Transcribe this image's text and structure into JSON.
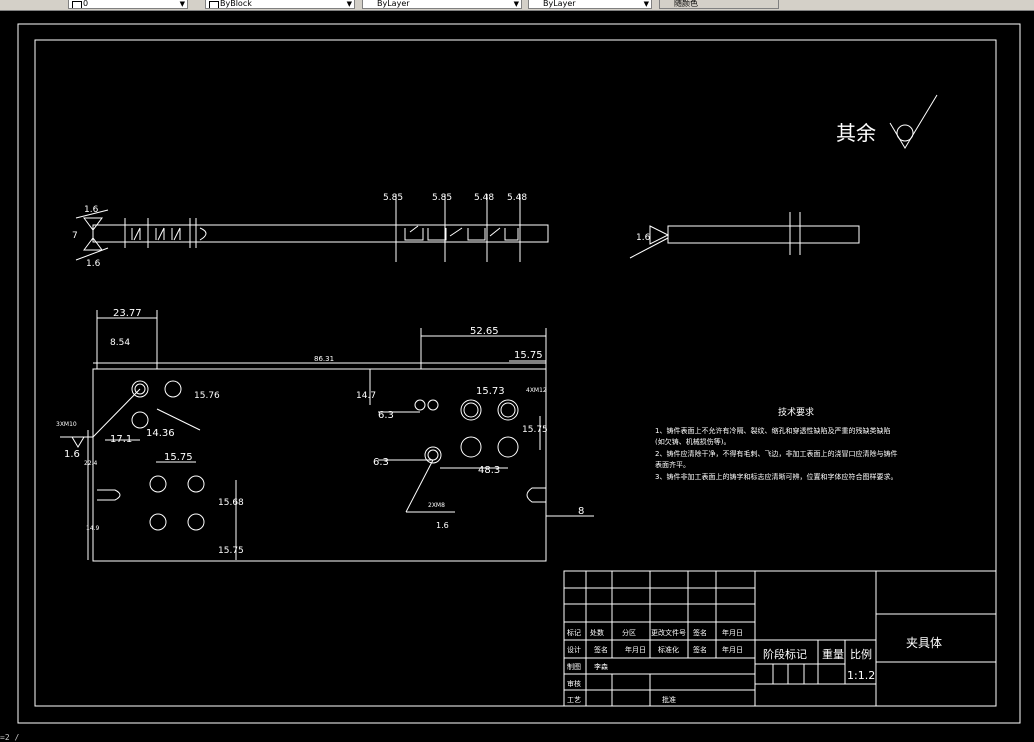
{
  "toolbar": {
    "layer_combo": "0",
    "color_combo": "ByBlock",
    "linetype_combo": "ByLayer",
    "lineweight_combo": "ByLayer",
    "plotstyle_combo": "随颜色"
  },
  "drawing": {
    "roughness_note": "其余",
    "dims_top_view": [
      "1.6",
      "7",
      "1.6",
      "5.85",
      "5.85",
      "5.48",
      "5.48"
    ],
    "dim_side_view": "1.6",
    "dims_front_view": {
      "d1": "23.77",
      "d2": "8.54",
      "d3": "86.31",
      "d4": "52.65",
      "d5": "15.75",
      "d6": "15.76",
      "d7": "17.1",
      "d8": "14.36",
      "d9": "15.75",
      "d10": "15.68",
      "d11": "15.75",
      "d12": "14.7",
      "d13": "6.3",
      "d14": "15.73",
      "d15": "15.75",
      "d16": "6.3",
      "d17": "48.3",
      "d18": "8",
      "thread1": "3XM10",
      "thread2": "4XM12",
      "thread3": "2XM8",
      "rough1": "1.6",
      "rough2": "1.6",
      "side_left1": "22.4",
      "side_left2": "14.9"
    },
    "tech_req": {
      "title": "技术要求",
      "lines": [
        "1、铸件表面上不允许有冷隔、裂纹、缩孔和穿透性缺陷及严重的残缺类缺陷",
        "(如欠铸、机械损伤等)。",
        "2、铸件应清除干净，不得有毛刺、飞边，非加工表面上的浇冒口应清除与铸件",
        "表面齐平。",
        "3、铸件非加工表面上的铸字和标志应清晰可辨，位置和字体应符合图样要求。"
      ]
    },
    "title_block": {
      "row_labels_a": [
        "标记",
        "处数",
        "分区",
        "更改文件号",
        "签名",
        "年月日"
      ],
      "row_labels_b": [
        "设计",
        "签名",
        "年月日",
        "标准化",
        "签名",
        "年月日"
      ],
      "drawn": "制图",
      "drawer": "李森",
      "check": "审核",
      "process": "工艺",
      "approve": "批准",
      "stage": "阶段标记",
      "weight": "重量",
      "scale_label": "比例",
      "scale": "1:1.2",
      "part_name": "夹具体"
    }
  },
  "command_line": "=2 /"
}
